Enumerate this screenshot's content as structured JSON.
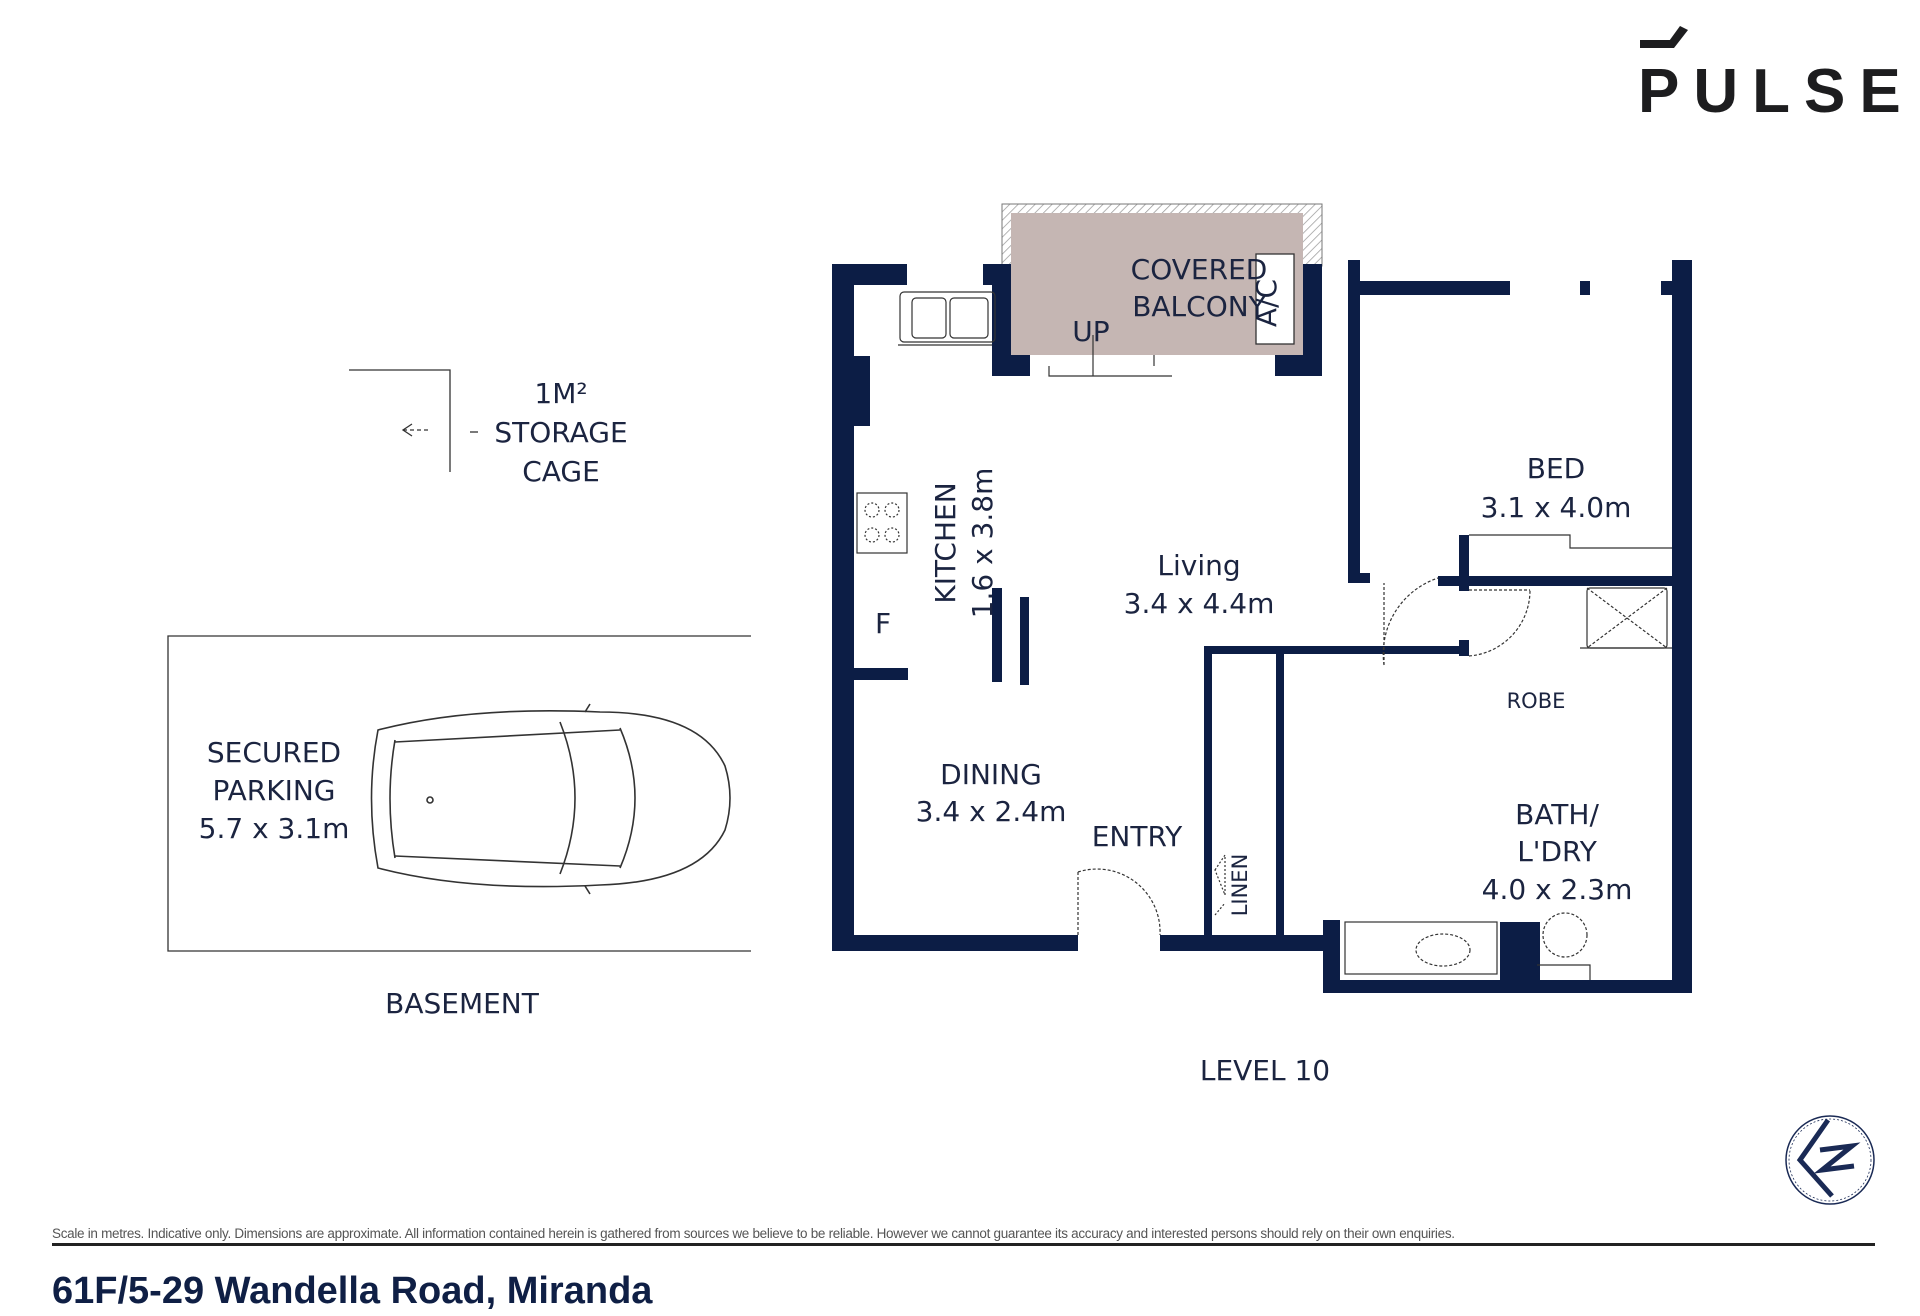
{
  "brand": {
    "logo_text": "PULSE",
    "agent_logo_text": "LZ"
  },
  "colors": {
    "wall": "#0c1d45",
    "balcony": "#c5b6b3",
    "text": "#1b2440"
  },
  "basement": {
    "storage": {
      "line1": "1M²",
      "line2": "STORAGE",
      "line3": "CAGE"
    },
    "parking": {
      "line1": "SECURED",
      "line2": "PARKING",
      "size": "5.7 x 3.1m"
    },
    "label": "BASEMENT"
  },
  "level": {
    "label": "LEVEL 10",
    "rooms": {
      "balcony": {
        "line1": "COVERED",
        "line2": "BALCONY",
        "ac": "A/C",
        "up": "UP"
      },
      "kitchen": {
        "name": "KITCHEN",
        "size": "1.6 x 3.8m",
        "fridge": "F"
      },
      "living": {
        "name": "Living",
        "size": "3.4 x 4.4m"
      },
      "bed": {
        "name": "BED",
        "size": "3.1 x 4.0m",
        "robe": "ROBE"
      },
      "dining": {
        "name": "DINING",
        "size": "3.4 x 2.4m"
      },
      "entry": {
        "name": "ENTRY"
      },
      "linen": {
        "name": "LINEN"
      },
      "bath": {
        "line1": "BATH/",
        "line2": "L'DRY",
        "size": "4.0 x 2.3m"
      }
    }
  },
  "footer": {
    "disclaimer": "Scale in metres. Indicative only. Dimensions are approximate. All information contained herein is gathered from sources we believe to be reliable. However we cannot guarantee its accuracy and interested persons should rely on their own enquiries.",
    "address": "61F/5-29 Wandella Road, Miranda"
  }
}
